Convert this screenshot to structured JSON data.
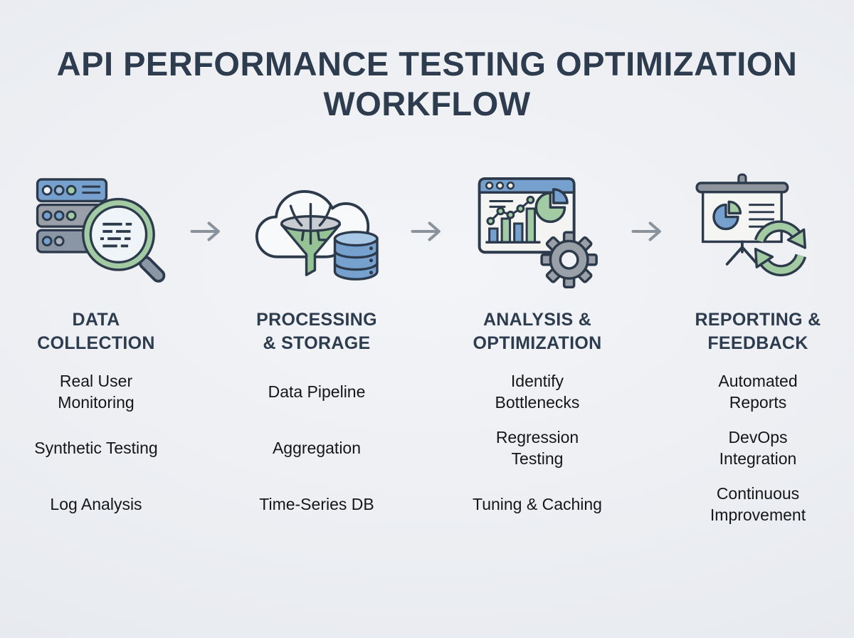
{
  "title": "API PERFORMANCE TESTING OPTIMIZATION\nWORKFLOW",
  "colors": {
    "background": "#edeff3",
    "heading_navy": "#2d3c4e",
    "outline_navy": "#2c3a4b",
    "item_text": "#161616",
    "accent_blue": "#76a1cf",
    "accent_light_blue": "#a9c8e8",
    "accent_green": "#a3cba3",
    "accent_gray": "#98a0a7",
    "arrow_gray": "#8a929b"
  },
  "arrow_icon": "right-arrow-icon",
  "stages": [
    {
      "icon": "database-search-icon",
      "heading": "DATA\nCOLLECTION",
      "items": [
        "Real User\nMonitoring",
        "Synthetic Testing",
        "Log Analysis"
      ]
    },
    {
      "icon": "cloud-funnel-database-icon",
      "heading": "PROCESSING\n& STORAGE",
      "items": [
        "Data Pipeline",
        "Aggregation",
        "Time-Series DB"
      ]
    },
    {
      "icon": "analytics-dashboard-gear-icon",
      "heading": "ANALYSIS &\nOPTIMIZATION",
      "items": [
        "Identify\nBottlenecks",
        "Regression\nTesting",
        "Tuning & Caching"
      ]
    },
    {
      "icon": "presentation-sync-icon",
      "heading": "REPORTING &\nFEEDBACK",
      "items": [
        "Automated\nReports",
        "DevOps\nIntegration",
        "Continuous\nImprovement"
      ]
    }
  ]
}
